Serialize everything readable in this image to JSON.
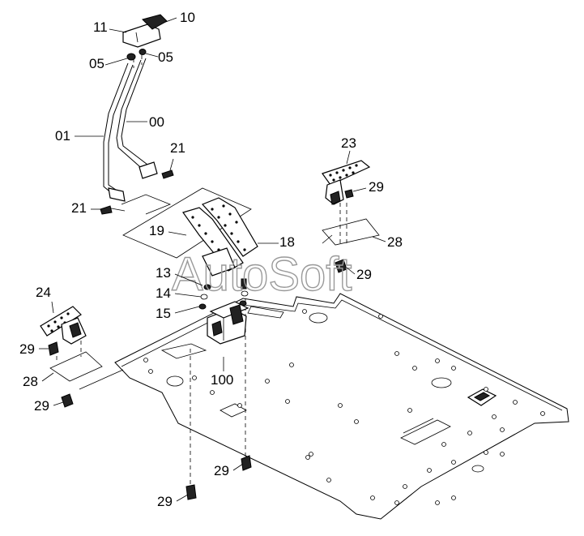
{
  "watermark": "AutoSoft",
  "part_labels": [
    {
      "id": "p10",
      "text": "10"
    },
    {
      "id": "p11",
      "text": "11"
    },
    {
      "id": "p05a",
      "text": "05"
    },
    {
      "id": "p05b",
      "text": "05"
    },
    {
      "id": "p01",
      "text": "01"
    },
    {
      "id": "p00",
      "text": "00"
    },
    {
      "id": "p21a",
      "text": "21"
    },
    {
      "id": "p21b",
      "text": "21"
    },
    {
      "id": "p23",
      "text": "23"
    },
    {
      "id": "p29a",
      "text": "29"
    },
    {
      "id": "p19",
      "text": "19"
    },
    {
      "id": "p18",
      "text": "18"
    },
    {
      "id": "p28a",
      "text": "28"
    },
    {
      "id": "p13",
      "text": "13"
    },
    {
      "id": "p29b",
      "text": "29"
    },
    {
      "id": "p14",
      "text": "14"
    },
    {
      "id": "p15",
      "text": "15"
    },
    {
      "id": "p24",
      "text": "24"
    },
    {
      "id": "p29c",
      "text": "29"
    },
    {
      "id": "p100",
      "text": "100"
    },
    {
      "id": "p28b",
      "text": "28"
    },
    {
      "id": "p29d",
      "text": "29"
    },
    {
      "id": "p29e",
      "text": "29"
    },
    {
      "id": "p29f",
      "text": "29"
    }
  ]
}
